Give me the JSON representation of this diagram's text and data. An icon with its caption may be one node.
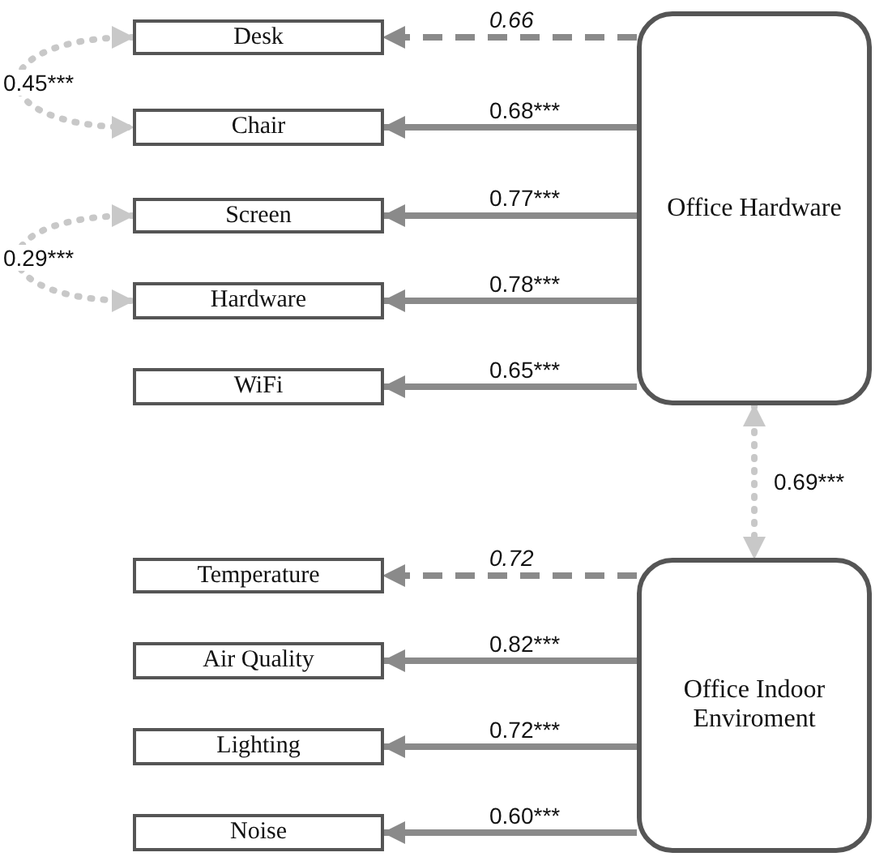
{
  "diagram": {
    "nodes": [
      {
        "text": [
          "Desk"
        ]
      },
      {
        "text": [
          "Chair"
        ]
      },
      {
        "text": [
          "Screen"
        ]
      },
      {
        "text": [
          "Hardware"
        ]
      },
      {
        "text": [
          "WiFi"
        ]
      },
      {
        "text": [
          "Office Hardware"
        ]
      },
      {
        "text": [
          "Temperature"
        ]
      },
      {
        "text": [
          "Air Quality"
        ]
      },
      {
        "text": [
          "Lighting"
        ]
      },
      {
        "text": [
          "Noise"
        ]
      },
      {
        "text": [
          "Office Indoor Enviroment"
        ]
      }
    ],
    "edges": [
      {
        "from": 5,
        "to": 0,
        "arrow": "to",
        "label": "0.66",
        "style": "dashed"
      },
      {
        "from": 5,
        "to": 1,
        "arrow": "to",
        "label": "0.68***"
      },
      {
        "from": 5,
        "to": 2,
        "arrow": "to",
        "label": "0.77***"
      },
      {
        "from": 5,
        "to": 3,
        "arrow": "to",
        "label": "0.78***"
      },
      {
        "from": 5,
        "to": 4,
        "arrow": "to",
        "label": "0.65***"
      },
      {
        "from": 0,
        "to": 1,
        "arrow": "both",
        "label": "0.45***",
        "style": "dashed",
        "color": "#c8c8c8"
      },
      {
        "from": 2,
        "to": 3,
        "arrow": "both",
        "label": "0.29***",
        "style": "dashed",
        "color": "#c8c8c8"
      },
      {
        "from": 5,
        "to": 10,
        "arrow": "both",
        "label": "0.69***",
        "style": "dashed",
        "color": "#c8c8c8"
      },
      {
        "from": 10,
        "to": 6,
        "arrow": "to",
        "label": "0.72",
        "style": "dashed"
      },
      {
        "from": 10,
        "to": 7,
        "arrow": "to",
        "label": "0.82***"
      },
      {
        "from": 10,
        "to": 8,
        "arrow": "to",
        "label": "0.72***"
      },
      {
        "from": 10,
        "to": 9,
        "arrow": "to",
        "label": "0.60***"
      }
    ]
  }
}
